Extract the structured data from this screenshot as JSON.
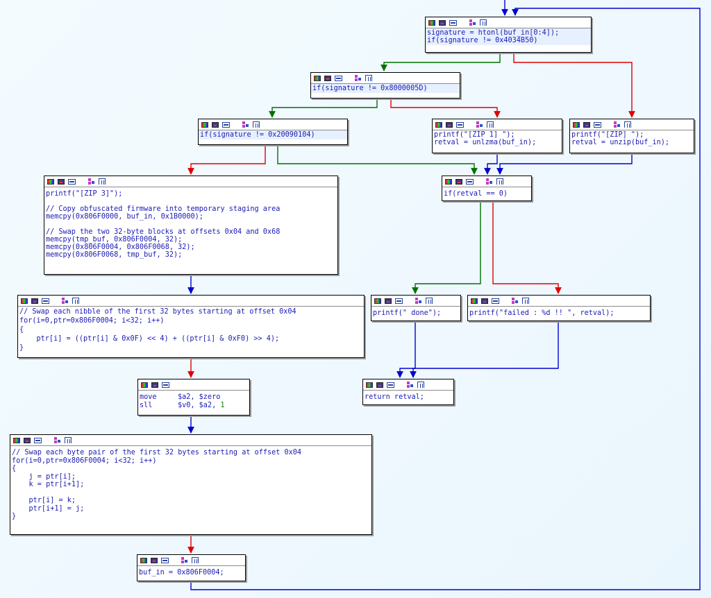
{
  "nodes": {
    "n_top": {
      "code": "signature = htonl(buf_in[0:4]);\nif(signature != 0x4034B50)"
    },
    "n_sig2": {
      "code": "if(signature != 0x8000005D)"
    },
    "n_sig3": {
      "code": "if(signature != 0x20090104)"
    },
    "n_zip1": {
      "code": "printf(\"[ZIP 1] \");\nretval = unlzma(buf_in);"
    },
    "n_zip": {
      "code": "printf(\"[ZIP] \");\nretval = unzip(buf_in);"
    },
    "n_zip3": {
      "code": "printf(\"[ZIP 3]\");\n\n// Copy obfuscated firmware into temporary staging area\nmemcpy(0x806F0000, buf_in, 0x1B0000);\n\n// Swap the two 32-byte blocks at offsets 0x04 and 0x68\nmemcpy(tmp_buf, 0x806F0004, 32);\nmemcpy(0x806F0004, 0x806F0068, 32);\nmemcpy(0x806F0068, tmp_buf, 32);"
    },
    "n_retchk": {
      "code": "if(retval == 0)"
    },
    "n_nibble": {
      "code": "// Swap each nibble of the first 32 bytes starting at offset 0x04\nfor(i=0,ptr=0x806F0004; i<32; i++)\n{\n    ptr[i] = ((ptr[i] & 0x0F) << 4) + ((ptr[i] & 0xF0) >> 4);\n}"
    },
    "n_done": {
      "code": "printf(\" done\");"
    },
    "n_failed": {
      "code": "printf(\"failed : %d !! \", retval);"
    },
    "n_asm": {
      "line1_mnemonic": "move",
      "line1_operands": "$a2, $zero",
      "line2_mnemonic": "sll",
      "line2_operands": "$v0, $a2, ",
      "line2_imm": "1"
    },
    "n_return": {
      "code": "return retval;"
    },
    "n_bytepair": {
      "code": "// Swap each byte pair of the first 32 bytes starting at offset 0x04\nfor(i=0,ptr=0x806F0004; i<32; i++)\n{\n    j = ptr[i];\n    k = ptr[i+1];\n\n    ptr[i] = k;\n    ptr[i+1] = j;\n}"
    },
    "n_bufin": {
      "code": "buf_in = 0x806F0004;"
    }
  },
  "edge_colors": {
    "true": "#007000",
    "false": "#e00000",
    "unconditional": "#0000d0"
  }
}
